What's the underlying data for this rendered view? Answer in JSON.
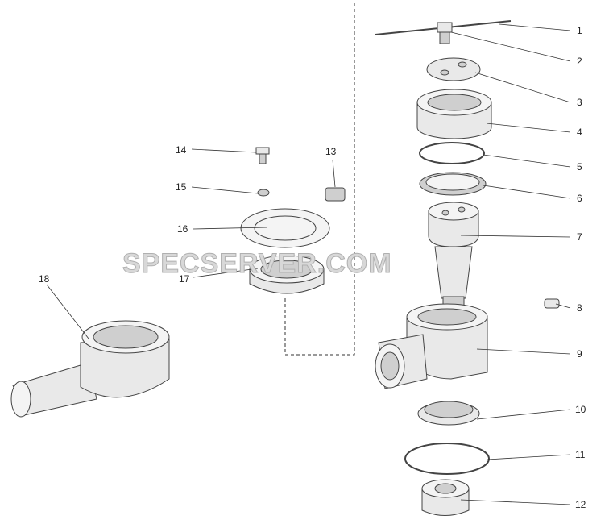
{
  "watermark": "SPECSERVER.COM",
  "callouts": [
    "1",
    "2",
    "3",
    "4",
    "5",
    "6",
    "7",
    "8",
    "9",
    "10",
    "11",
    "12",
    "13",
    "14",
    "15",
    "16",
    "17",
    "18"
  ]
}
